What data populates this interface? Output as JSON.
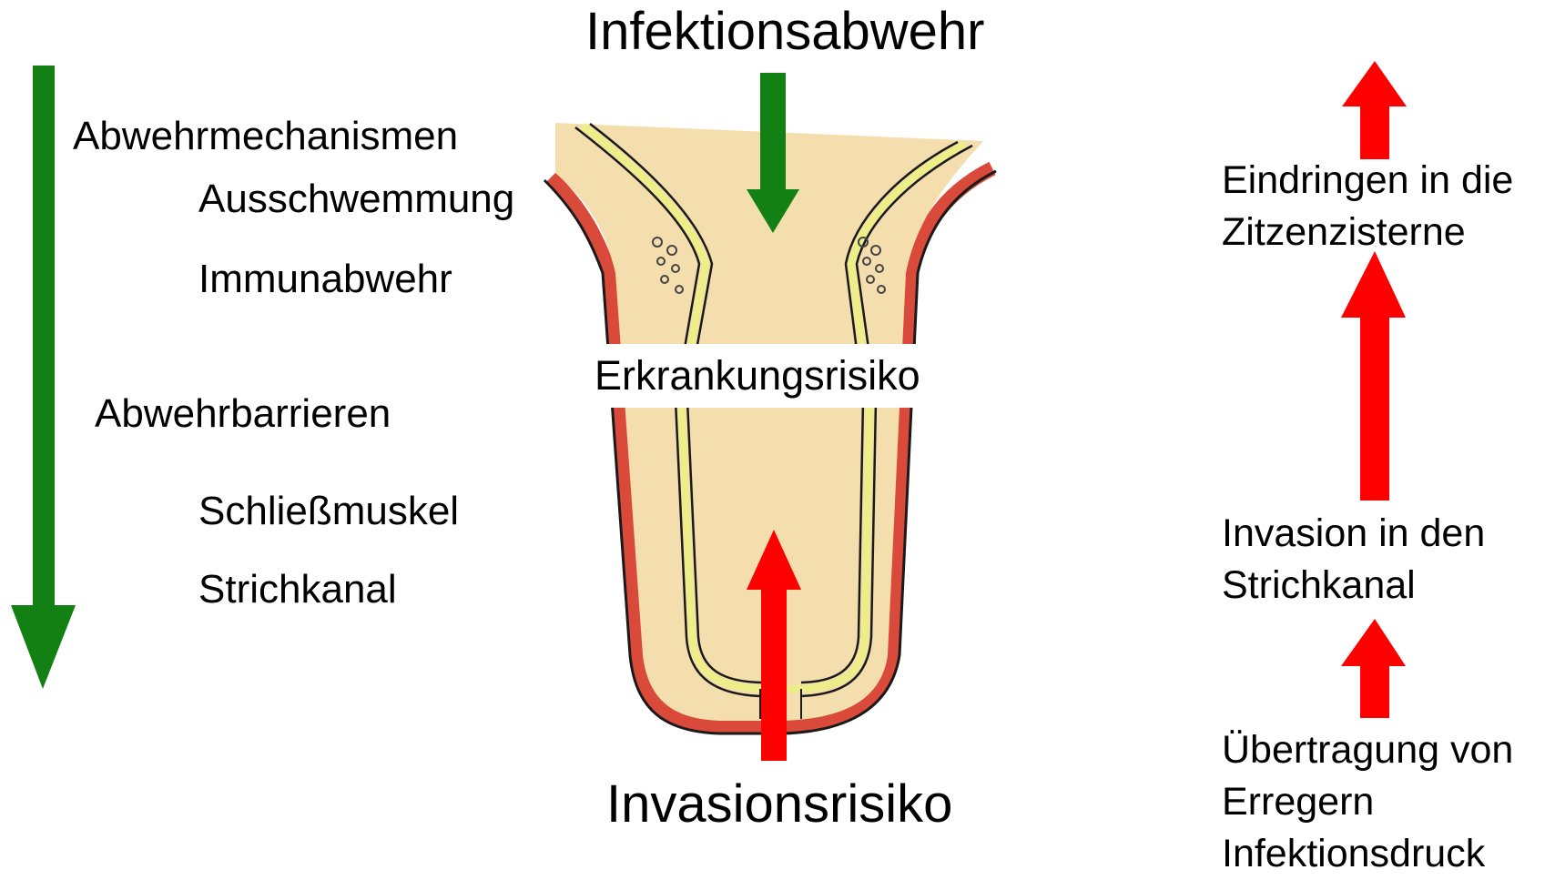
{
  "diagram": {
    "top_title": "Infektionsabwehr",
    "bottom_title": "Invasionsrisiko",
    "center_label": "Erkrankungsrisiko",
    "left": {
      "heading_1": "Abwehrmechanismen",
      "items_1": [
        "Ausschwemmung",
        "Immunabwehr"
      ],
      "heading_2": "Abwehrbarrieren",
      "items_2": [
        "Schließmuskel",
        "Strichkanal"
      ]
    },
    "right": {
      "step_3": [
        "Eindringen in die",
        "Zitzenzisterne"
      ],
      "step_2": [
        "Invasion in den",
        "Strichkanal"
      ],
      "step_1": [
        "Übertragung von",
        "Erregern",
        "Infektionsdruck"
      ]
    }
  },
  "colors": {
    "defense_arrow": "#138013",
    "risk_arrow": "#ff0000",
    "tissue_fill": "#f5deae",
    "outer_wall": "#d94a3a",
    "inner_lining": "#eeee88",
    "outline": "#1a1a1a"
  }
}
